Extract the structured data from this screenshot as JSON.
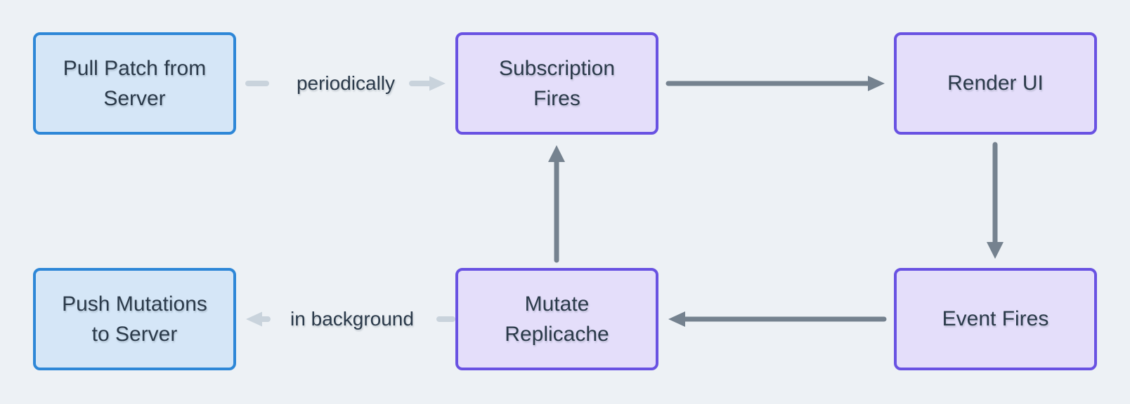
{
  "diagram": {
    "nodes": [
      {
        "id": "pull-patch-from-server",
        "label": "Pull Patch from\nServer",
        "variant": "blue"
      },
      {
        "id": "subscription-fires",
        "label": "Subscription\nFires",
        "variant": "purple"
      },
      {
        "id": "render-ui",
        "label": "Render UI",
        "variant": "purple"
      },
      {
        "id": "push-mutations-to-server",
        "label": "Push Mutations\nto Server",
        "variant": "blue"
      },
      {
        "id": "mutate-replicache",
        "label": "Mutate\nReplicache",
        "variant": "purple"
      },
      {
        "id": "event-fires",
        "label": "Event Fires",
        "variant": "purple"
      }
    ],
    "edges": [
      {
        "from": "pull-patch-from-server",
        "to": "subscription-fires",
        "label": "periodically",
        "style": "light"
      },
      {
        "from": "subscription-fires",
        "to": "render-ui",
        "label": "",
        "style": "dark"
      },
      {
        "from": "render-ui",
        "to": "event-fires",
        "label": "",
        "style": "dark"
      },
      {
        "from": "event-fires",
        "to": "mutate-replicache",
        "label": "",
        "style": "dark"
      },
      {
        "from": "mutate-replicache",
        "to": "subscription-fires",
        "label": "",
        "style": "dark"
      },
      {
        "from": "mutate-replicache",
        "to": "push-mutations-to-server",
        "label": "in background",
        "style": "light"
      }
    ],
    "colors": {
      "background": "#edf1f5",
      "blue_fill": "#d5e6f7",
      "blue_border": "#2e87d7",
      "purple_fill": "#e4defa",
      "purple_border": "#6952e2",
      "text": "#2b3a4a",
      "arrow_dark": "#75828f",
      "arrow_light": "#c9d3dc"
    }
  }
}
